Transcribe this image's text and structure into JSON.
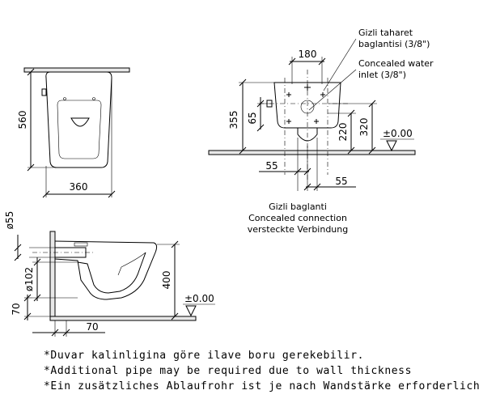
{
  "front_view": {
    "height_dim": "560",
    "width_dim": "360"
  },
  "rear_view": {
    "dim_180": "180",
    "dim_355": "355",
    "dim_65": "65",
    "dim_220": "220",
    "dim_320": "320",
    "level": "±0.00",
    "dim_55_left": "55",
    "dim_55_right": "55",
    "bidet_label": [
      "Gizli taharet",
      "baglantisi (3/8\")"
    ],
    "water_label": [
      "Concealed water",
      "inlet (3/8\")"
    ],
    "connection_label": [
      "Gizli baglanti",
      "Concealed connection",
      "versteckte Verbindung"
    ]
  },
  "side_view": {
    "dim_d55": "ø55",
    "dim_d102": "ø102",
    "dim_70_height": "70",
    "dim_400": "400",
    "level": "±0.00",
    "dim_70_width": "70"
  },
  "notes": [
    "*Duvar kalinligina göre ilave boru gerekebilir.",
    "*Additional pipe may be required due to wall thickness",
    "*Ein zusätzliches Ablaufrohr ist je nach Wandstärke erforderlich"
  ]
}
